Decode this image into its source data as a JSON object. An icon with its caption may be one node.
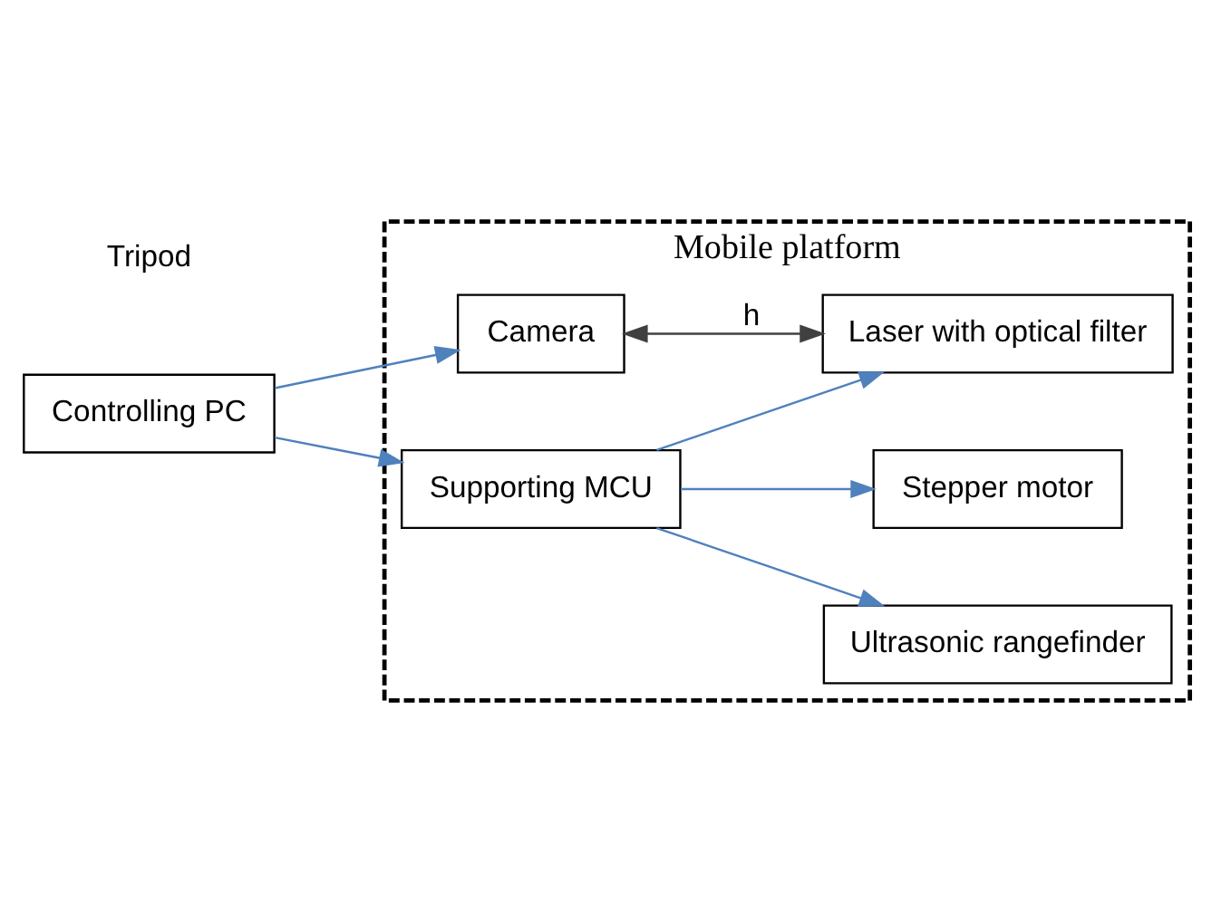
{
  "diagram": {
    "nodes": [
      {
        "text": [
          "Mobile platform"
        ]
      },
      {
        "text": [
          "Controlling PC"
        ]
      },
      {
        "text": [
          "Camera"
        ],
        "in": 0
      },
      {
        "text": [
          "Laser with optical filter"
        ],
        "in": 0
      },
      {
        "text": [
          "Ultrasonic rangefinder"
        ],
        "in": 0
      },
      {
        "text": [
          "Stepper motor"
        ],
        "in": 0
      },
      {
        "text": [
          "Supporting MCU"
        ],
        "in": 0
      }
    ],
    "edges": [
      {
        "from": 1,
        "to": 2,
        "arrow": "to"
      },
      {
        "from": 2,
        "to": 3,
        "arrow": "both",
        "label": "h",
        "color": "#404040"
      },
      {
        "from": 6,
        "to": 3,
        "arrow": "to"
      },
      {
        "from": 6,
        "to": 4,
        "arrow": "to"
      },
      {
        "from": 6,
        "to": 5,
        "arrow": "to"
      },
      {
        "from": 1,
        "to": 6,
        "arrow": "to"
      }
    ],
    "labels": [
      "Tripod"
    ]
  }
}
